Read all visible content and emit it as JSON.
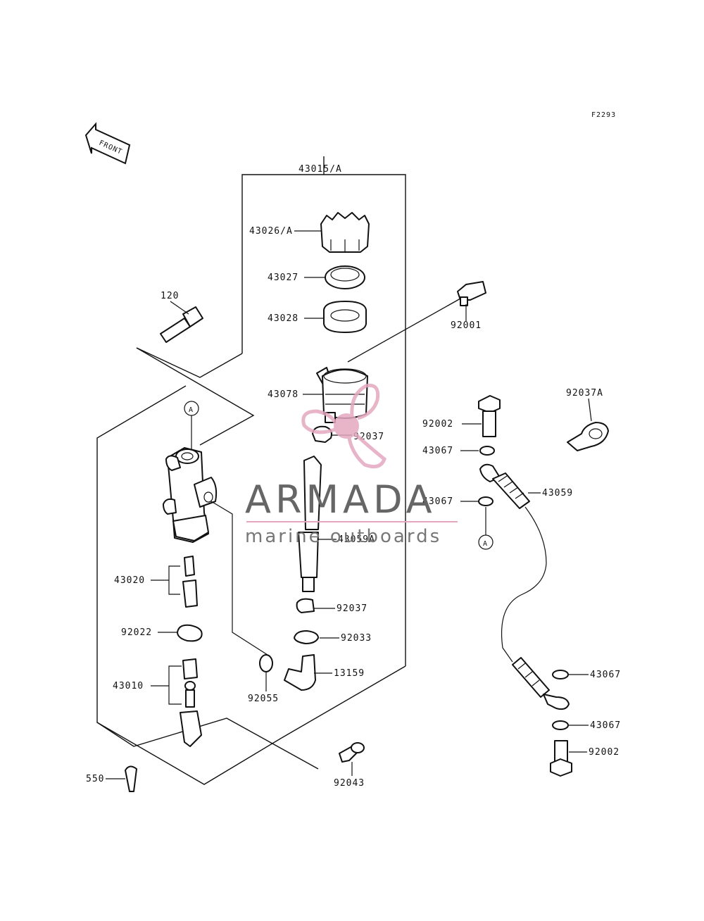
{
  "figure_code": "F2293",
  "front_label": "FRONT",
  "callouts": {
    "c43015A": "43015/A",
    "c43026A": "43026/A",
    "c43027": "43027",
    "c43028": "43028",
    "c120": "120",
    "c92001": "92001",
    "c43078": "43078",
    "c92037a": "92037",
    "c92037A": "92037A",
    "c92002a": "92002",
    "c43067a": "43067",
    "c43067b": "43067",
    "c43059": "43059",
    "c43059A": "43059A",
    "c43020": "43020",
    "c92022": "92022",
    "c92037b": "92037",
    "c92033": "92033",
    "c43010": "43010",
    "c13159": "13159",
    "c92055": "92055",
    "c43067c": "43067",
    "c43067d": "43067",
    "c92002b": "92002",
    "c550": "550",
    "c92043": "92043",
    "markerA1": "A",
    "markerA2": "A"
  },
  "watermark": {
    "title": "ARMADA",
    "subtitle": "marine outboards",
    "accent_color": "#e4a7bf",
    "text_color": "#6b6b6b"
  },
  "icons": {
    "front_arrow": "front-arrow-icon",
    "logo": "propeller-logo-icon"
  }
}
